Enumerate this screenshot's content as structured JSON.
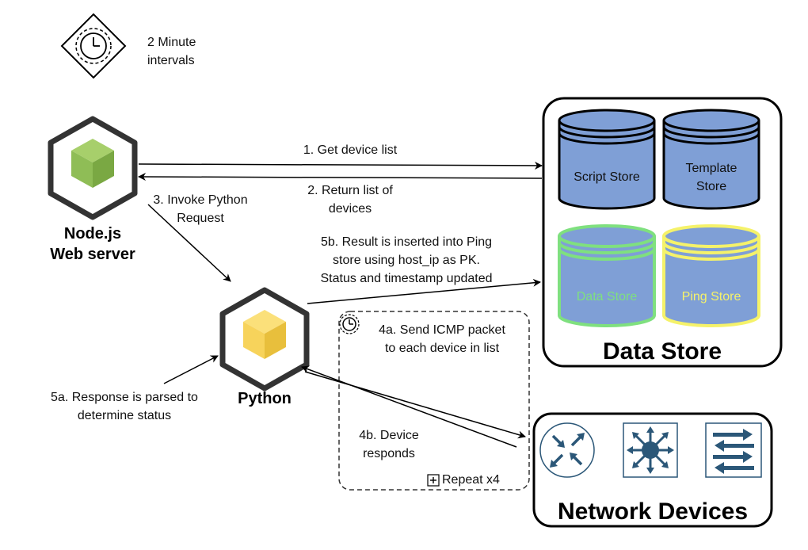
{
  "timer": {
    "label_line1": "2 Minute",
    "label_line2": "intervals"
  },
  "nodes": {
    "nodejs": {
      "line1": "Node.js",
      "line2": "Web server",
      "cube_color": "#8fbd56"
    },
    "python": {
      "label": "Python",
      "cube_color": "#f7d35b"
    }
  },
  "arrows": {
    "get_device_list": "1. Get device list",
    "return_list": {
      "line1": "2. Return list of",
      "line2": "devices"
    },
    "invoke_python": {
      "line1": "3. Invoke Python",
      "line2": "Request"
    },
    "send_icmp": {
      "line1": "4a. Send ICMP packet",
      "line2": "to each device in list"
    },
    "device_responds": {
      "line1": "4b. Device",
      "line2": "responds"
    },
    "response_parsed": {
      "line1": "5a. Response is parsed to",
      "line2": "determine status"
    },
    "result_inserted": {
      "line1": "5b. Result is inserted into Ping",
      "line2": "store using host_ip as PK.",
      "line3": "Status and timestamp updated"
    }
  },
  "loop": {
    "label": "Repeat x4"
  },
  "data_store": {
    "title": "Data Store",
    "stores": {
      "script": {
        "label": "Script Store"
      },
      "template": {
        "line1": "Template",
        "line2": "Store"
      },
      "data": {
        "label": "Data Store",
        "color": "#7fe07f"
      },
      "ping": {
        "label": "Ping Store",
        "color": "#f5f26a"
      }
    },
    "cylinder_fill": "#7f9fd6"
  },
  "network_devices": {
    "title": "Network Devices",
    "icons": [
      "router-icon",
      "switch-hub-icon",
      "layer2-switch-icon"
    ],
    "icon_color": "#2b5778"
  }
}
